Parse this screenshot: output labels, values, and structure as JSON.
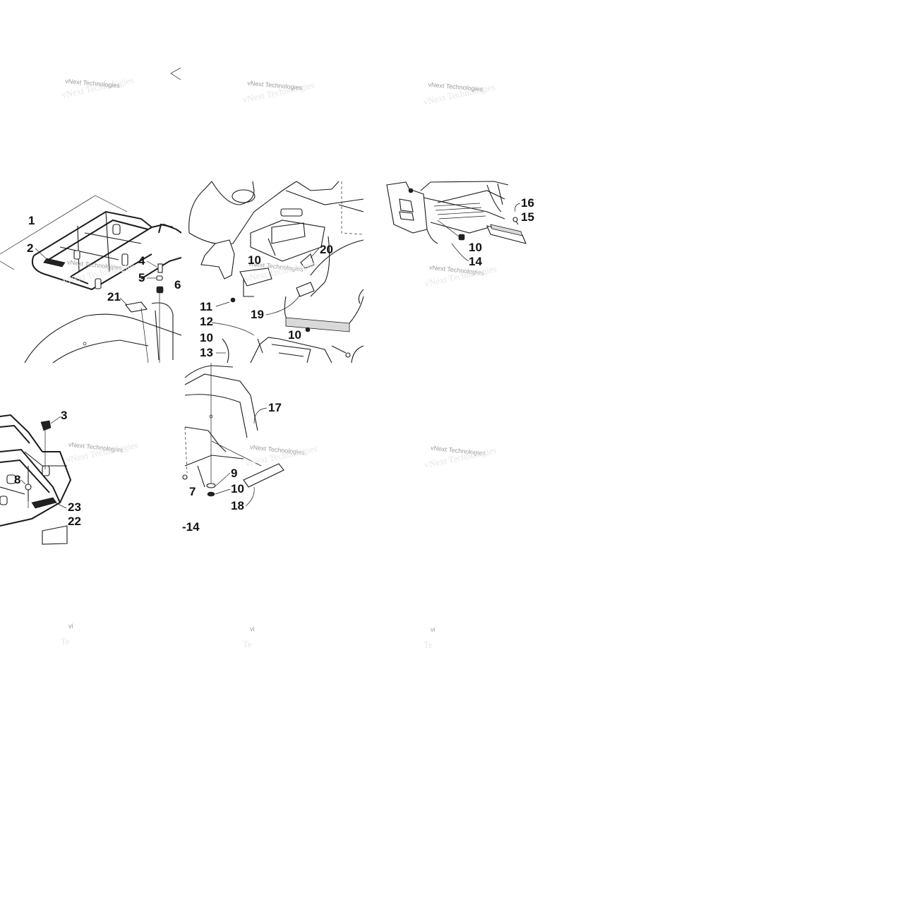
{
  "watermark": {
    "brand": "vNext Technologies",
    "faint_fragments": [
      "vi",
      "Te"
    ]
  },
  "callouts": {
    "c1": "1",
    "c2": "2",
    "c3": "3",
    "c4": "4",
    "c5": "5",
    "c6": "6",
    "c7": "7",
    "c8": "8",
    "c9": "9",
    "c10a": "10",
    "c10b": "10",
    "c10c": "10",
    "c10d": "10",
    "c10e": "10",
    "c11": "11",
    "c12": "12",
    "c13": "13",
    "c14a": "14",
    "c14b": "-14",
    "c15": "15",
    "c16": "16",
    "c17": "17",
    "c18": "18",
    "c19": "19",
    "c20": "20",
    "c21": "21",
    "c22": "22",
    "c23": "23"
  }
}
